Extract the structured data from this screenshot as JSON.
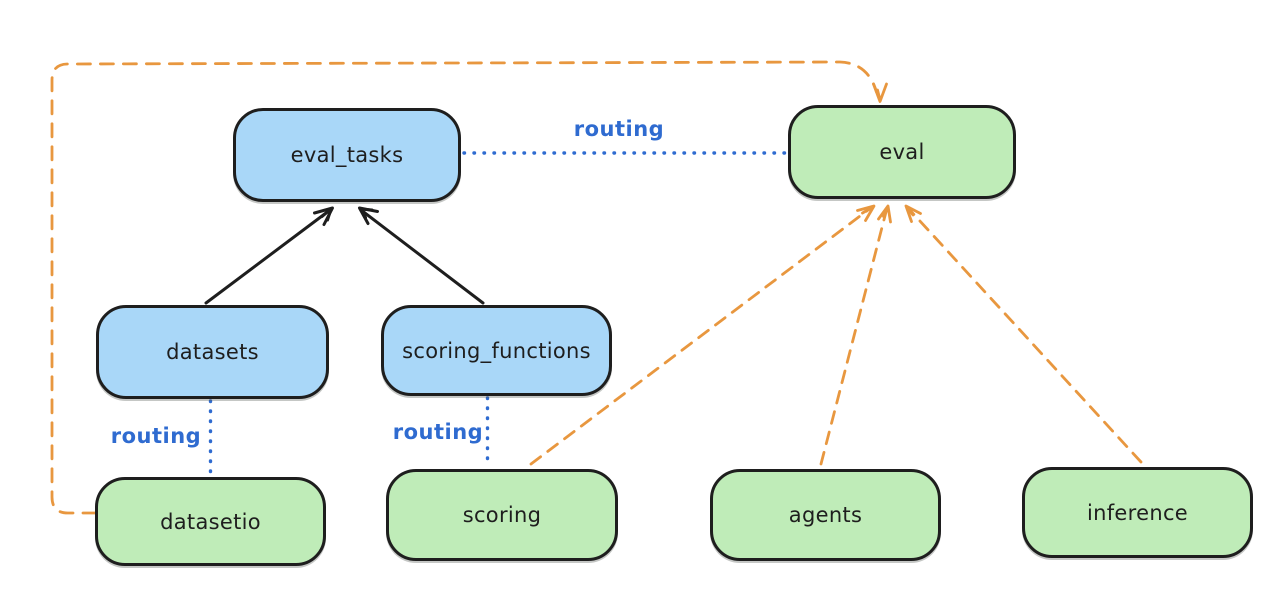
{
  "nodes": {
    "eval_tasks": {
      "label": "eval_tasks",
      "fill": "#a9d7f8"
    },
    "eval": {
      "label": "eval",
      "fill": "#bfecb8"
    },
    "datasets": {
      "label": "datasets",
      "fill": "#a9d7f8"
    },
    "scoring_functions": {
      "label": "scoring_functions",
      "fill": "#a9d7f8"
    },
    "datasetio": {
      "label": "datasetio",
      "fill": "#bfecb8"
    },
    "scoring": {
      "label": "scoring",
      "fill": "#bfecb8"
    },
    "agents": {
      "label": "agents",
      "fill": "#bfecb8"
    },
    "inference": {
      "label": "inference",
      "fill": "#bfecb8"
    }
  },
  "edge_labels": {
    "eval_tasks_to_eval": "routing",
    "datasets_to_datasetio": "routing",
    "scoring_functions_to_scoring": "routing"
  },
  "edges": [
    {
      "from": "datasets",
      "to": "eval_tasks",
      "style": "solid-arrow",
      "color": "#1e1e1e"
    },
    {
      "from": "scoring_functions",
      "to": "eval_tasks",
      "style": "solid-arrow",
      "color": "#1e1e1e"
    },
    {
      "from": "eval_tasks",
      "to": "eval",
      "style": "dotted",
      "color": "#2f6bd0",
      "label": "routing"
    },
    {
      "from": "datasets",
      "to": "datasetio",
      "style": "dotted",
      "color": "#2f6bd0",
      "label": "routing"
    },
    {
      "from": "scoring_functions",
      "to": "scoring",
      "style": "dotted",
      "color": "#2f6bd0",
      "label": "routing"
    },
    {
      "from": "datasetio",
      "to": "eval",
      "style": "dashed-arrow",
      "color": "#e8973f"
    },
    {
      "from": "scoring",
      "to": "eval",
      "style": "dashed-arrow",
      "color": "#e8973f"
    },
    {
      "from": "agents",
      "to": "eval",
      "style": "dashed-arrow",
      "color": "#e8973f"
    },
    {
      "from": "inference",
      "to": "eval",
      "style": "dashed-arrow",
      "color": "#e8973f"
    }
  ],
  "colors": {
    "blue_fill": "#a9d7f8",
    "green_fill": "#bfecb8",
    "stroke": "#1e1e1e",
    "routing_blue": "#2f6bd0",
    "dashed_orange": "#e8973f",
    "background": "#ffffff"
  }
}
